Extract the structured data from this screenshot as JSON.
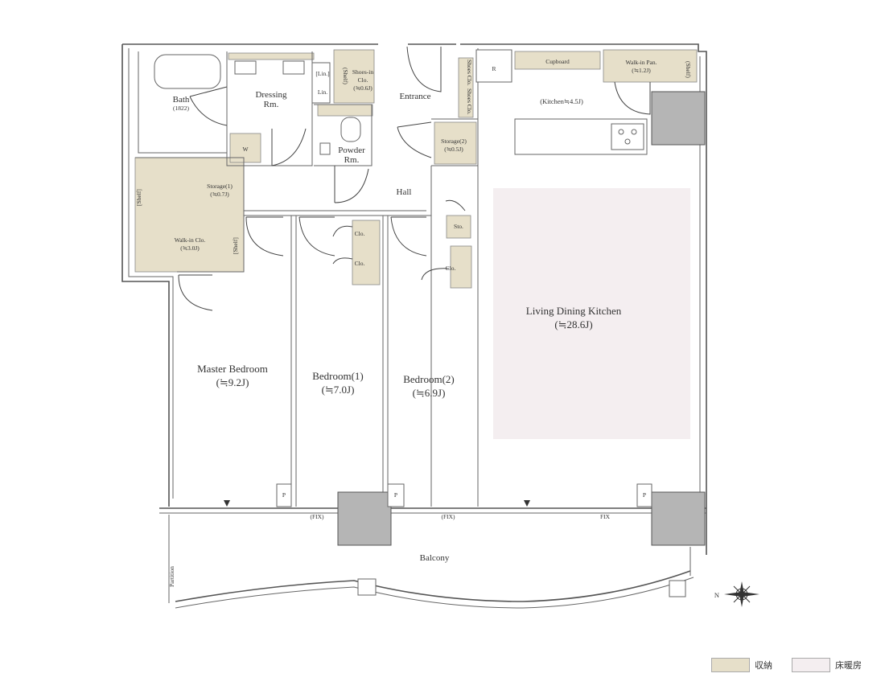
{
  "colors": {
    "storage": "#e6dfc9",
    "floor_heating": "#f4eef0",
    "column": "#b5b5b5",
    "wall": "#555555"
  },
  "rooms": {
    "bath": "Bath",
    "bath_size": "(1822)",
    "dressing": "Dressing",
    "dressing2": "Rm.",
    "lin1": "[Lin.]",
    "lin2": "Lin.",
    "shelf_v1": "(Shelf)",
    "shoes_in": "Shoes-in",
    "shoes_in2": "Clo.",
    "shoes_in_size": "(≒0.6J)",
    "entrance": "Entrance",
    "shoes_clo1": "Shoes Clo.",
    "shoes_clo2": "Shoes Clo.",
    "powder": "Powder",
    "powder2": "Rm.",
    "w": "W",
    "storage1": "Storage(1)",
    "storage1_size": "(≒0.7J)",
    "storage2": "Storage(2)",
    "storage2_size": "(≒0.5J)",
    "hall": "Hall",
    "walkin": "Walk-in Clo.",
    "walkin_size": "(≒3.0J)",
    "shelf_left": "[Shelf]",
    "shelf_right": "[Shelf]",
    "clo1": "Clo.",
    "clo2": "Clo.",
    "clo3": "Clo.",
    "sto": "Sto.",
    "r": "R",
    "cupboard": "Cupboard",
    "walkin_pan": "Walk-in Pan.",
    "walkin_pan_size": "(≒1.2J)",
    "shelf_pan": "(Shelf)",
    "kitchen": "(Kitchen≒4.5J)",
    "ldk": "Living Dining Kitchen",
    "ldk_size": "(≒28.6J)",
    "master": "Master Bedroom",
    "master_size": "(≒9.2J)",
    "bed1": "Bedroom(1)",
    "bed1_size": "(≒7.0J)",
    "bed2": "Bedroom(2)",
    "bed2_size": "(≒6.9J)",
    "p": "P",
    "fix1": "(FIX)",
    "fix2": "(FIX)",
    "fix3": "FIX",
    "balcony": "Balcony",
    "partition": "Partition",
    "north": "N"
  },
  "legend": {
    "storage": "収納",
    "floor_heating": "床暖房"
  }
}
